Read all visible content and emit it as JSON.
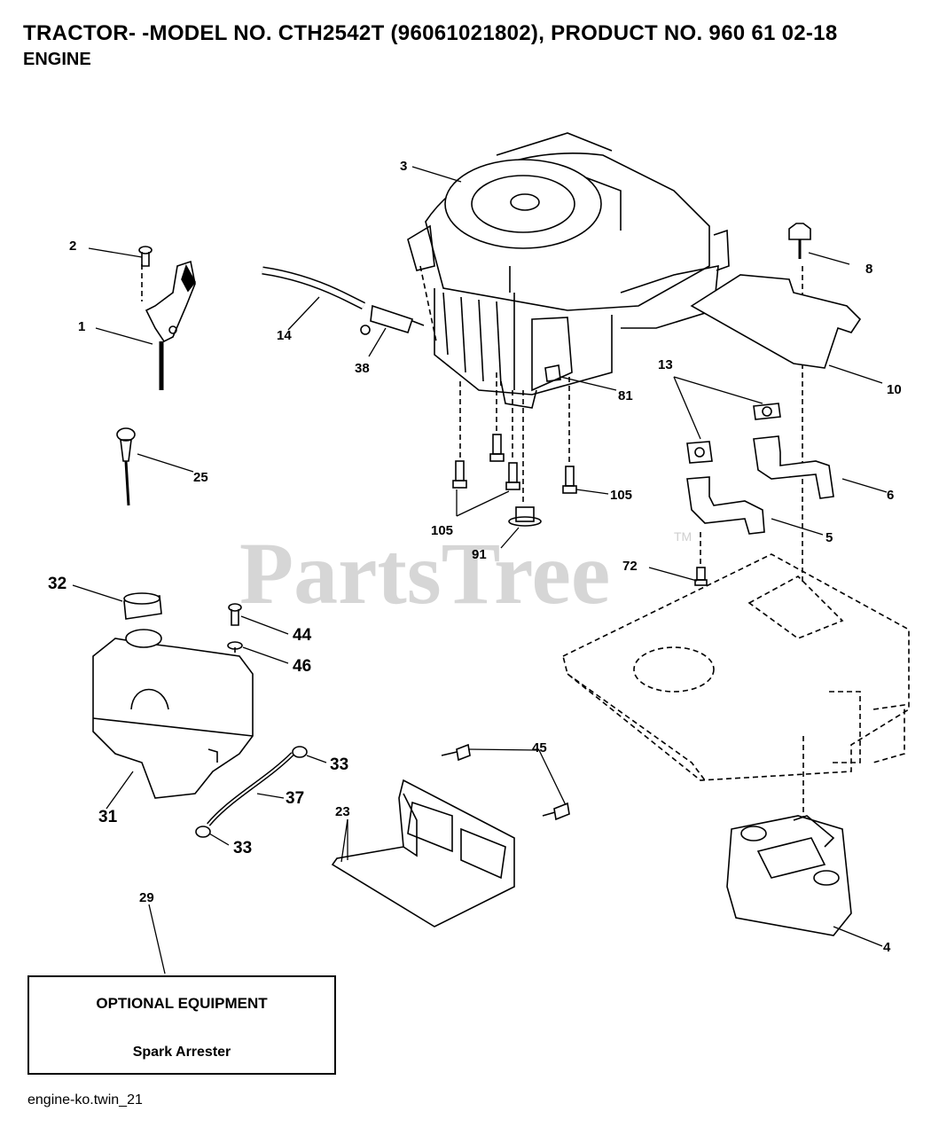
{
  "header": {
    "title": "TRACTOR- -MODEL NO. CTH2542T (96061021802), PRODUCT NO. 960 61 02-18",
    "section": "ENGINE"
  },
  "watermark": {
    "text": "PartsTree",
    "tm": "TM"
  },
  "callouts": {
    "c1": "1",
    "c2": "2",
    "c3": "3",
    "c4": "4",
    "c5": "5",
    "c6": "6",
    "c8": "8",
    "c10": "10",
    "c13": "13",
    "c14": "14",
    "c23": "23",
    "c25": "25",
    "c29": "29",
    "c31": "31",
    "c32": "32",
    "c33a": "33",
    "c33b": "33",
    "c37": "37",
    "c38": "38",
    "c44": "44",
    "c45": "45",
    "c46": "46",
    "c72": "72",
    "c81": "81",
    "c91": "91",
    "c105a": "105",
    "c105b": "105"
  },
  "optional_equipment": {
    "heading": "OPTIONAL EQUIPMENT",
    "item": "Spark Arrester"
  },
  "footer": {
    "drawing_id": "engine-ko.twin_21"
  }
}
